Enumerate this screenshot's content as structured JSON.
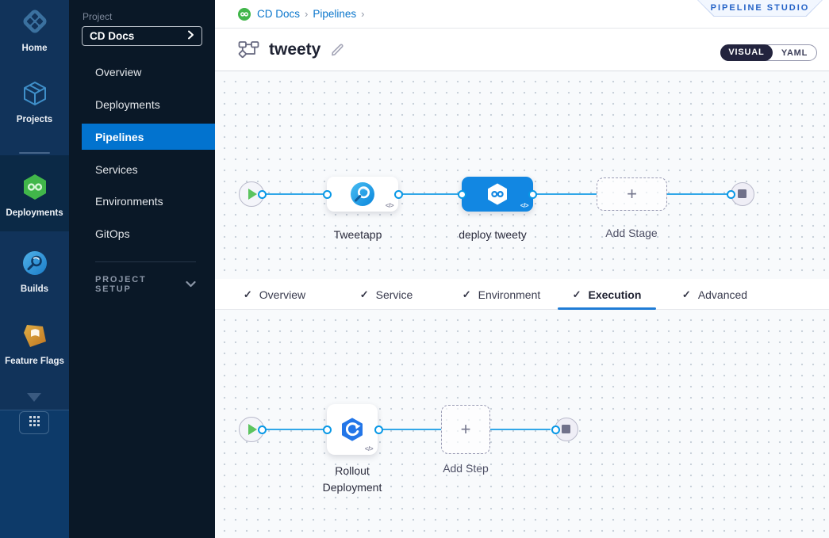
{
  "glyphs": {
    "plus": "+",
    "code": "</>",
    "chevron_sep": "›",
    "check": "✓"
  },
  "colors": {
    "primary_blue": "#0278d5",
    "edge_blue": "#0092e4",
    "selected_card_blue": "#1287e2",
    "success_green": "#42ba3e",
    "rail_bg": "#11335a",
    "sidebar_bg": "#0a1827"
  },
  "rail": {
    "items": [
      {
        "label": "Home"
      },
      {
        "label": "Projects"
      },
      {
        "label": "Deployments"
      },
      {
        "label": "Builds"
      },
      {
        "label": "Feature Flags"
      }
    ]
  },
  "project_nav": {
    "section_label": "Project",
    "project_name": "CD Docs",
    "items": [
      "Overview",
      "Deployments",
      "Pipelines",
      "Services",
      "Environments",
      "GitOps"
    ],
    "selected_item": "Pipelines",
    "setup_label": "PROJECT SETUP"
  },
  "breadcrumb": {
    "items": [
      "CD Docs",
      "Pipelines"
    ]
  },
  "studio_badge": "PIPELINE STUDIO",
  "pipeline": {
    "name": "tweety"
  },
  "view_toggle": {
    "visual": "VISUAL",
    "yaml": "YAML",
    "selected": "VISUAL"
  },
  "stage_canvas": {
    "stages": [
      {
        "name": "Tweetapp",
        "type": "ci-stage"
      },
      {
        "name": "deploy tweety",
        "type": "cd-stage",
        "selected": true
      }
    ],
    "add_stage_label": "Add Stage"
  },
  "tabs": [
    {
      "label": "Overview",
      "checked": true
    },
    {
      "label": "Service",
      "checked": true
    },
    {
      "label": "Environment",
      "checked": true
    },
    {
      "label": "Execution",
      "checked": true,
      "active": true
    },
    {
      "label": "Advanced",
      "checked": true
    }
  ],
  "execution_canvas": {
    "steps": [
      {
        "name": "Rollout Deployment",
        "type": "k8s-rolling"
      }
    ],
    "add_step_label": "Add Step"
  }
}
